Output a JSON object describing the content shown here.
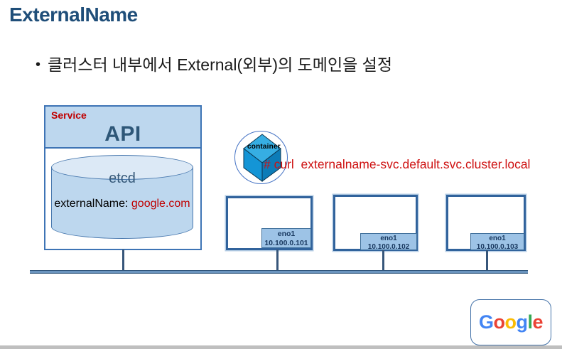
{
  "slide": {
    "title": "ExternalName",
    "bullet_marker": "•",
    "bullet": "클러스터 내부에서 External(외부)의 도메인을 설정"
  },
  "service_box": {
    "label": "Service",
    "name": "API",
    "etcd": {
      "label": "etcd",
      "key": "externalName:",
      "value": "google.com"
    }
  },
  "container": {
    "label": "container"
  },
  "curl_command": "# curl  externalname-svc.default.svc.cluster.local",
  "nodes": [
    {
      "nic": "eno1",
      "ip": "10.100.0.101"
    },
    {
      "nic": "eno1",
      "ip": "10.100.0.102"
    },
    {
      "nic": "eno1",
      "ip": "10.100.0.103"
    }
  ],
  "google_logo": {
    "letters": [
      {
        "ch": "G",
        "color": "#4285F4"
      },
      {
        "ch": "o",
        "color": "#EA4335"
      },
      {
        "ch": "o",
        "color": "#FBBC05"
      },
      {
        "ch": "g",
        "color": "#4285F4"
      },
      {
        "ch": "l",
        "color": "#34A853"
      },
      {
        "ch": "e",
        "color": "#EA4335"
      }
    ]
  },
  "colors": {
    "title_blue": "#1F4E79",
    "box_fill_light_blue": "#BDD7EE",
    "box_border_blue": "#3E74B5",
    "badge_fill": "#9DC3E6",
    "red_accent": "#C00000",
    "curl_red": "#CE1010",
    "network_line": "#37567A",
    "footer_gray": "#BFBFBF"
  }
}
